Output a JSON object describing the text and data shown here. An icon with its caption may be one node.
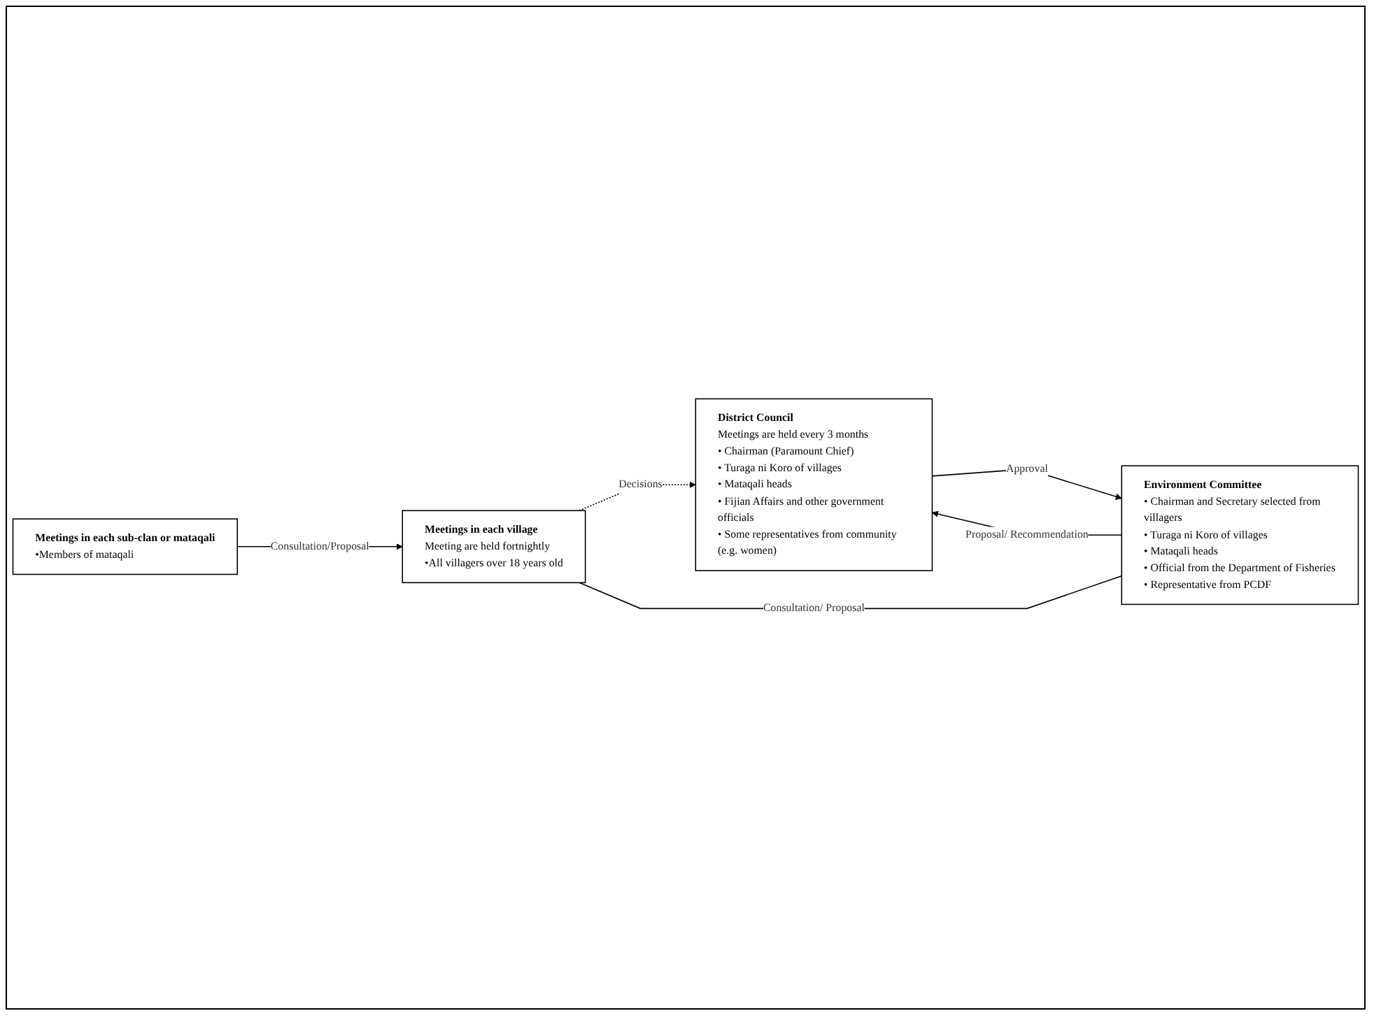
{
  "diagram": {
    "nodes": [
      {
        "text": [
          "District Council",
          "Meetings are held every 3 months",
          "• Chairman (Paramount Chief)",
          "• Turaga ni Koro of villages",
          "• Mataqali heads",
          "• Fijian Affairs and other government officials",
          "• Some representatives from community (e.g. women)"
        ]
      },
      {
        "text": [
          "Environment Committee",
          "• Chairman and Secretary selected from villagers",
          "• Turaga ni Koro of villages",
          "• Mataqali heads",
          "• Official from the Department of Fisheries",
          "• Representative from PCDF"
        ]
      },
      {
        "text": [
          "Meetings in each village",
          "Meeting are held fortnightly",
          "•All villagers over 18 years old"
        ]
      },
      {
        "text": [
          "Meetings in each sub-clan or mataqali",
          "•Members of mataqali"
        ]
      }
    ],
    "edges": [
      {
        "from": 1,
        "to": 0,
        "arrow": "to",
        "label": "Proposal/ Recommendation"
      },
      {
        "from": 0,
        "to": 1,
        "arrow": "to",
        "label": "Approval"
      },
      {
        "from": 2,
        "to": 0,
        "arrow": "to",
        "label": "Decisions",
        "style": "dashed"
      },
      {
        "from": 2,
        "to": 1,
        "arrow": "none",
        "label": "Consultation/ Proposal"
      },
      {
        "from": 3,
        "to": 2,
        "arrow": "to",
        "label": "Consultation/Proposal"
      }
    ]
  }
}
